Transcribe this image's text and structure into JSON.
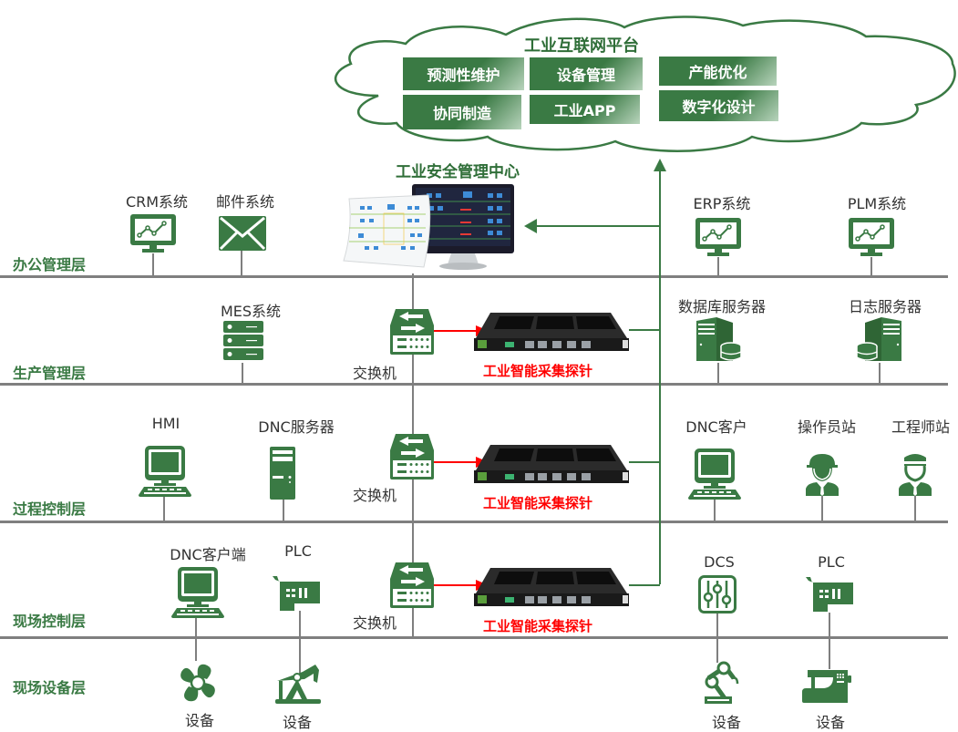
{
  "colors": {
    "brand_green": "#3a7a44",
    "alert_red": "#ff0000",
    "line_gray": "#7f7f7f",
    "text_dark": "#333333"
  },
  "platform": {
    "title": "工业互联网平台",
    "modules": [
      "预测性维护",
      "设备管理",
      "产能优化",
      "协同制造",
      "工业APP",
      "数字化设计"
    ]
  },
  "security_center": {
    "title": "工业安全管理中心"
  },
  "layers": [
    {
      "label": "办公管理层"
    },
    {
      "label": "生产管理层"
    },
    {
      "label": "过程控制层"
    },
    {
      "label": "现场控制层"
    },
    {
      "label": "现场设备层"
    }
  ],
  "devices": {
    "office": [
      {
        "label": "CRM系统",
        "icon": "monitor-chart-icon"
      },
      {
        "label": "邮件系统",
        "icon": "mail-icon"
      },
      {
        "label": "ERP系统",
        "icon": "monitor-chart-icon"
      },
      {
        "label": "PLM系统",
        "icon": "monitor-chart-icon"
      }
    ],
    "production": [
      {
        "label": "MES系统",
        "icon": "server-rack-icon"
      },
      {
        "label": "数据库服务器",
        "icon": "database-server-icon"
      },
      {
        "label": "日志服务器",
        "icon": "log-server-icon"
      }
    ],
    "process": [
      {
        "label": "HMI",
        "icon": "computer-terminal-icon"
      },
      {
        "label": "DNC服务器",
        "icon": "tower-server-icon"
      },
      {
        "label": "DNC客户",
        "icon": "computer-terminal-icon"
      },
      {
        "label": "操作员站",
        "icon": "worker-helmet-icon"
      },
      {
        "label": "工程师站",
        "icon": "engineer-icon"
      }
    ],
    "field_control": [
      {
        "label": "DNC客户端",
        "icon": "computer-terminal-icon"
      },
      {
        "label": "PLC",
        "icon": "plc-card-icon"
      },
      {
        "label": "DCS",
        "icon": "dcs-sliders-icon"
      },
      {
        "label": "PLC",
        "icon": "plc-card-icon"
      }
    ],
    "field_devices": [
      {
        "label": "设备",
        "icon": "fan-icon"
      },
      {
        "label": "设备",
        "icon": "pump-jack-icon"
      },
      {
        "label": "设备",
        "icon": "robot-arm-icon"
      },
      {
        "label": "设备",
        "icon": "sewing-machine-icon"
      }
    ]
  },
  "switches": [
    {
      "label": "交换机"
    },
    {
      "label": "交换机"
    },
    {
      "label": "交换机"
    }
  ],
  "probes": [
    {
      "label": "工业智能采集探针"
    },
    {
      "label": "工业智能采集探针"
    },
    {
      "label": "工业智能采集探针"
    }
  ]
}
